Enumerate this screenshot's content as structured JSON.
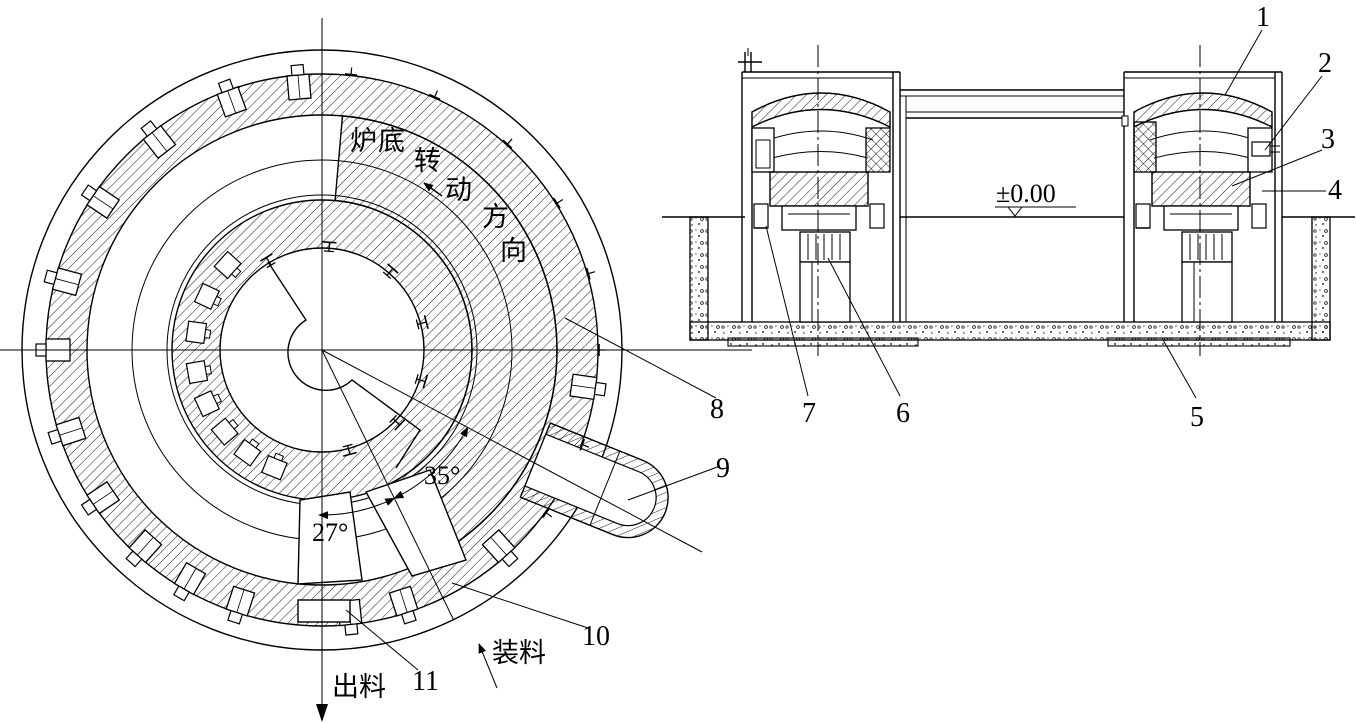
{
  "plan_view": {
    "rotation_label": "炉底转动方向",
    "discharge_label": "出料",
    "charge_label": "装料",
    "angle_a": "35°",
    "angle_b": "27°"
  },
  "section_view": {
    "elevation_label": "±0.00"
  },
  "part_numbers": [
    "1",
    "2",
    "3",
    "4",
    "5",
    "6",
    "7",
    "8",
    "9",
    "10",
    "11"
  ]
}
